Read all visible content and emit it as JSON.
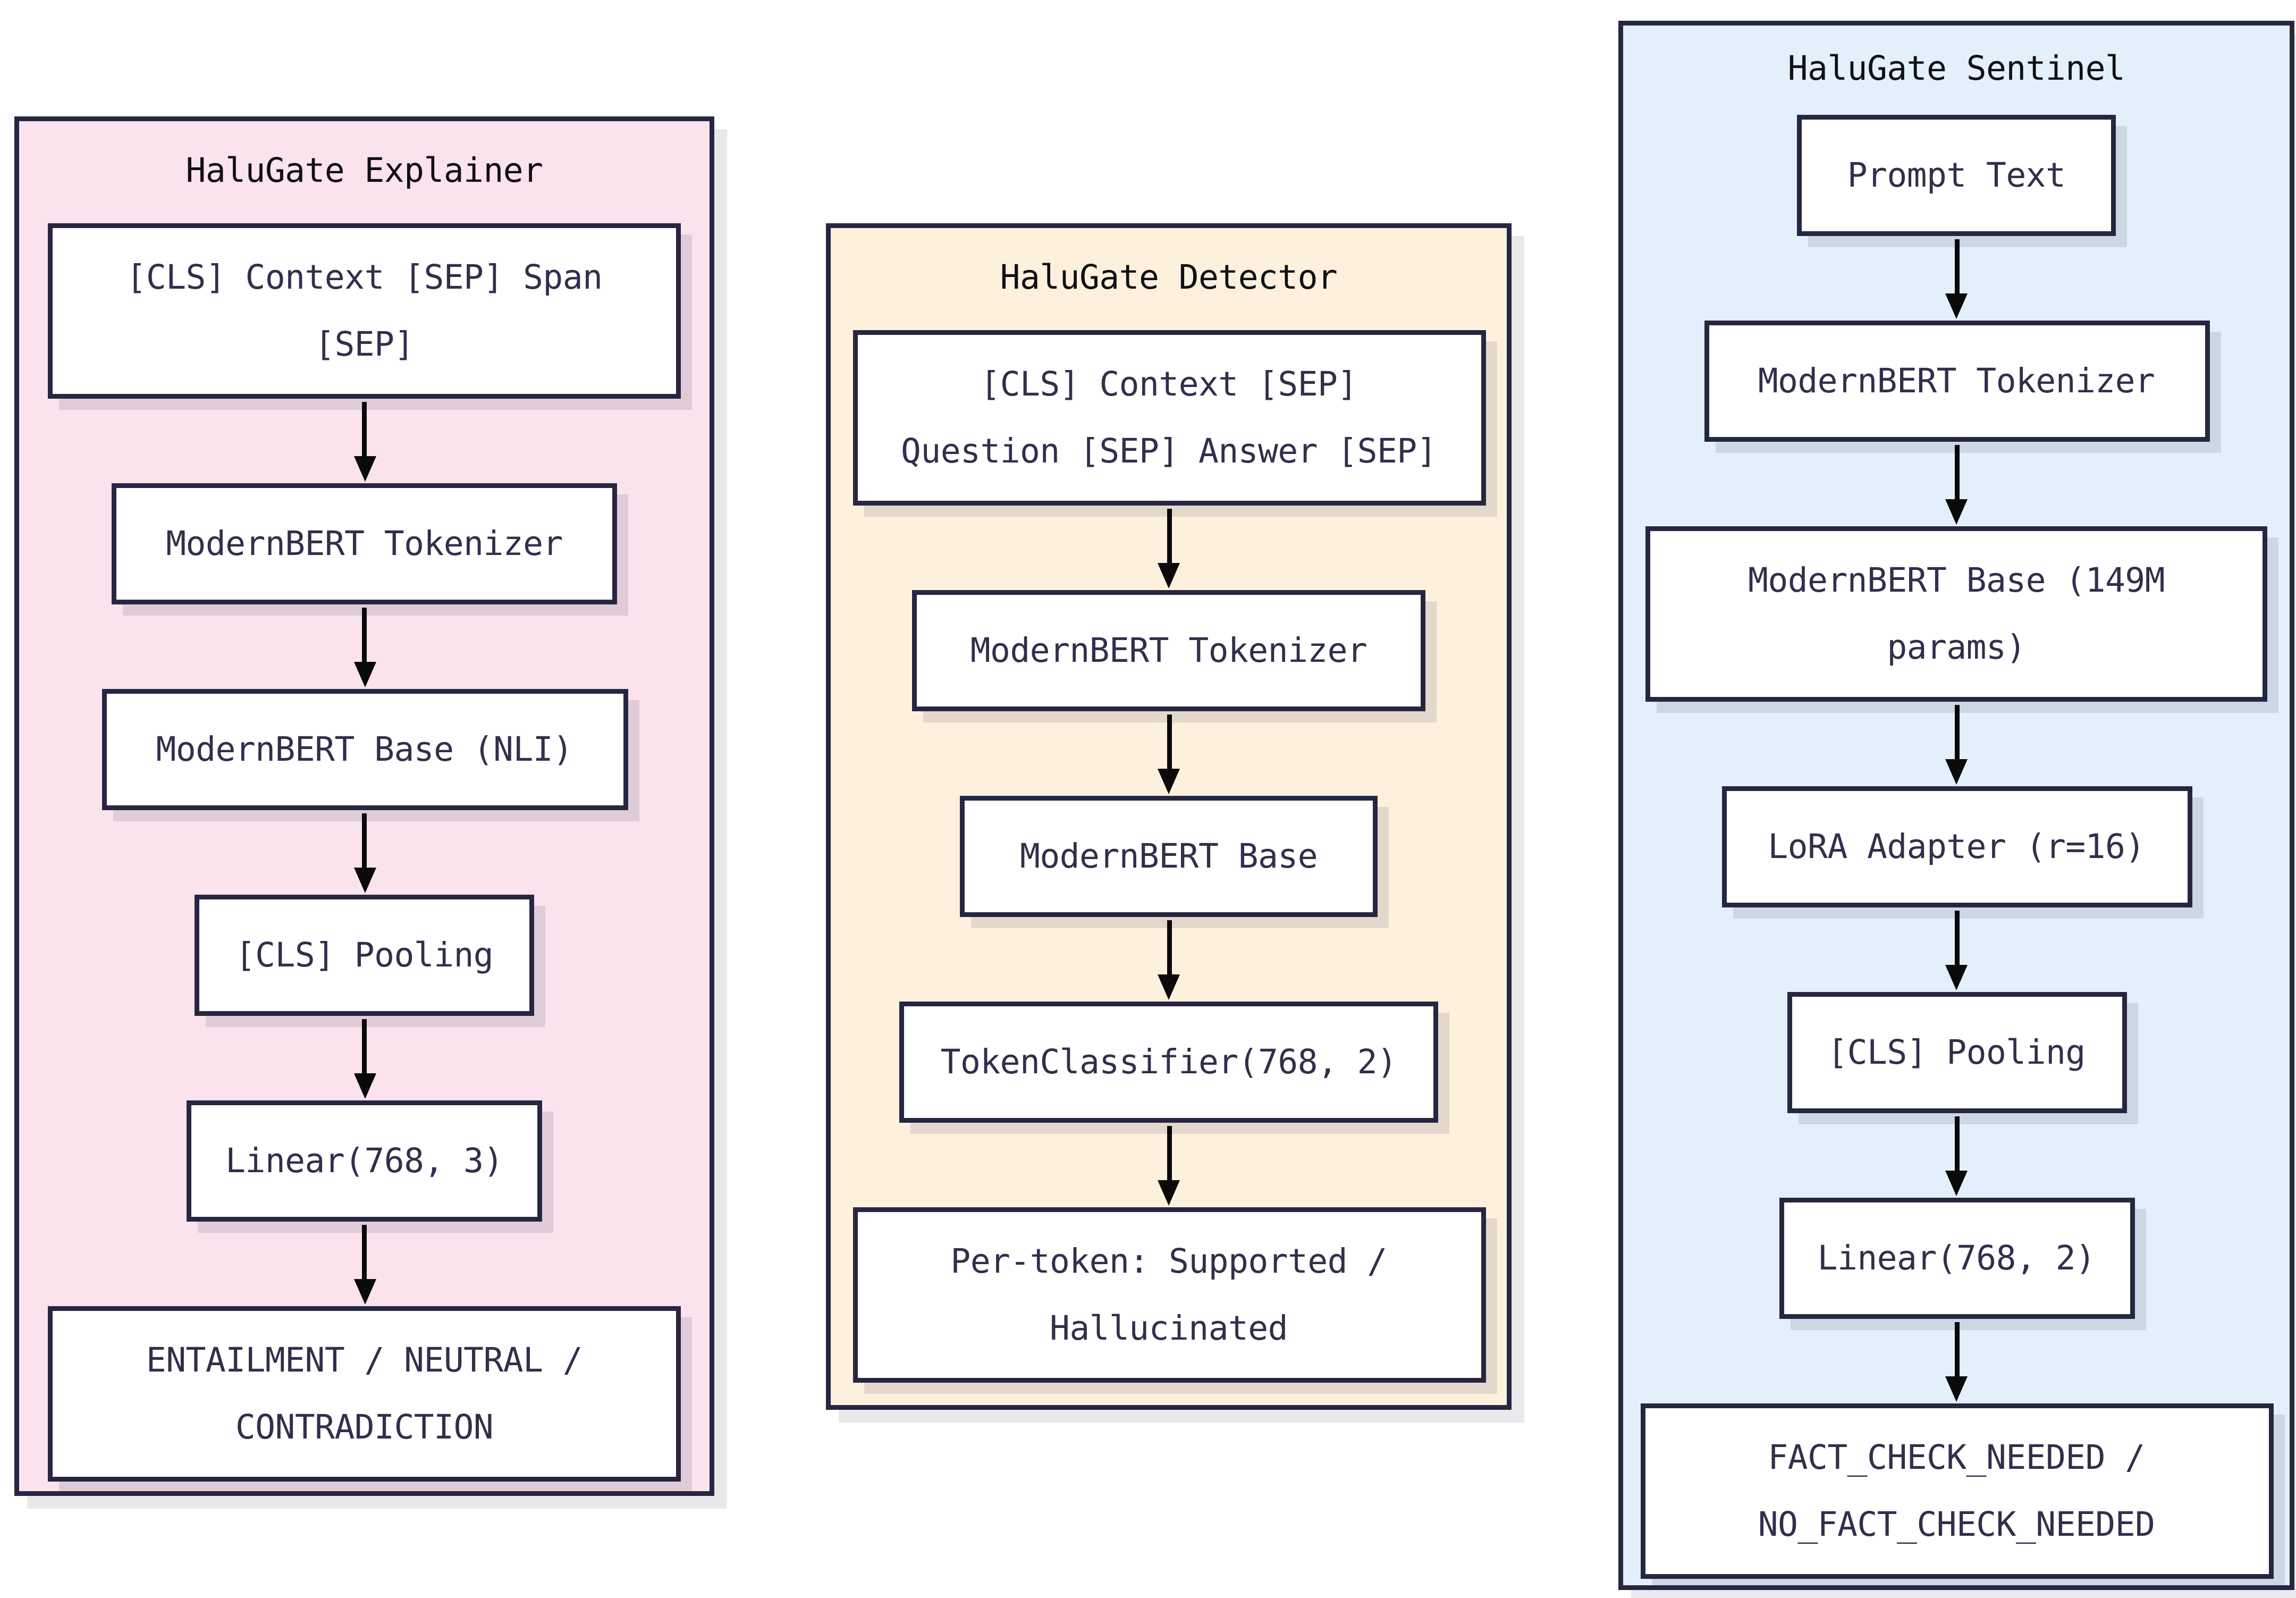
{
  "colors": {
    "explainer_bg": "#fae3ed",
    "detector_bg": "#fdf1de",
    "sentinel_bg": "#e3f0fb",
    "box_bg": "#ffffff",
    "box_border": "#272642",
    "box_text": "#312f4c",
    "title_text": "#101014",
    "arrow": "#0a0a0a"
  },
  "panels": [
    {
      "title": "HaluGate Explainer",
      "boxes": [
        "[CLS] Context [SEP] Span\n[SEP]",
        "ModernBERT Tokenizer",
        "ModernBERT Base (NLI)",
        "[CLS] Pooling",
        "Linear(768, 3)",
        "ENTAILMENT / NEUTRAL /\nCONTRADICTION"
      ]
    },
    {
      "title": "HaluGate Detector",
      "boxes": [
        "[CLS] Context [SEP]\nQuestion [SEP] Answer [SEP]",
        "ModernBERT Tokenizer",
        "ModernBERT Base",
        "TokenClassifier(768, 2)",
        "Per-token: Supported /\nHallucinated"
      ]
    },
    {
      "title": "HaluGate Sentinel",
      "boxes": [
        "Prompt Text",
        "ModernBERT Tokenizer",
        "ModernBERT Base (149M\nparams)",
        "LoRA Adapter (r=16)",
        "[CLS] Pooling",
        "Linear(768, 2)",
        "FACT_CHECK_NEEDED /\nNO_FACT_CHECK_NEEDED"
      ]
    }
  ]
}
